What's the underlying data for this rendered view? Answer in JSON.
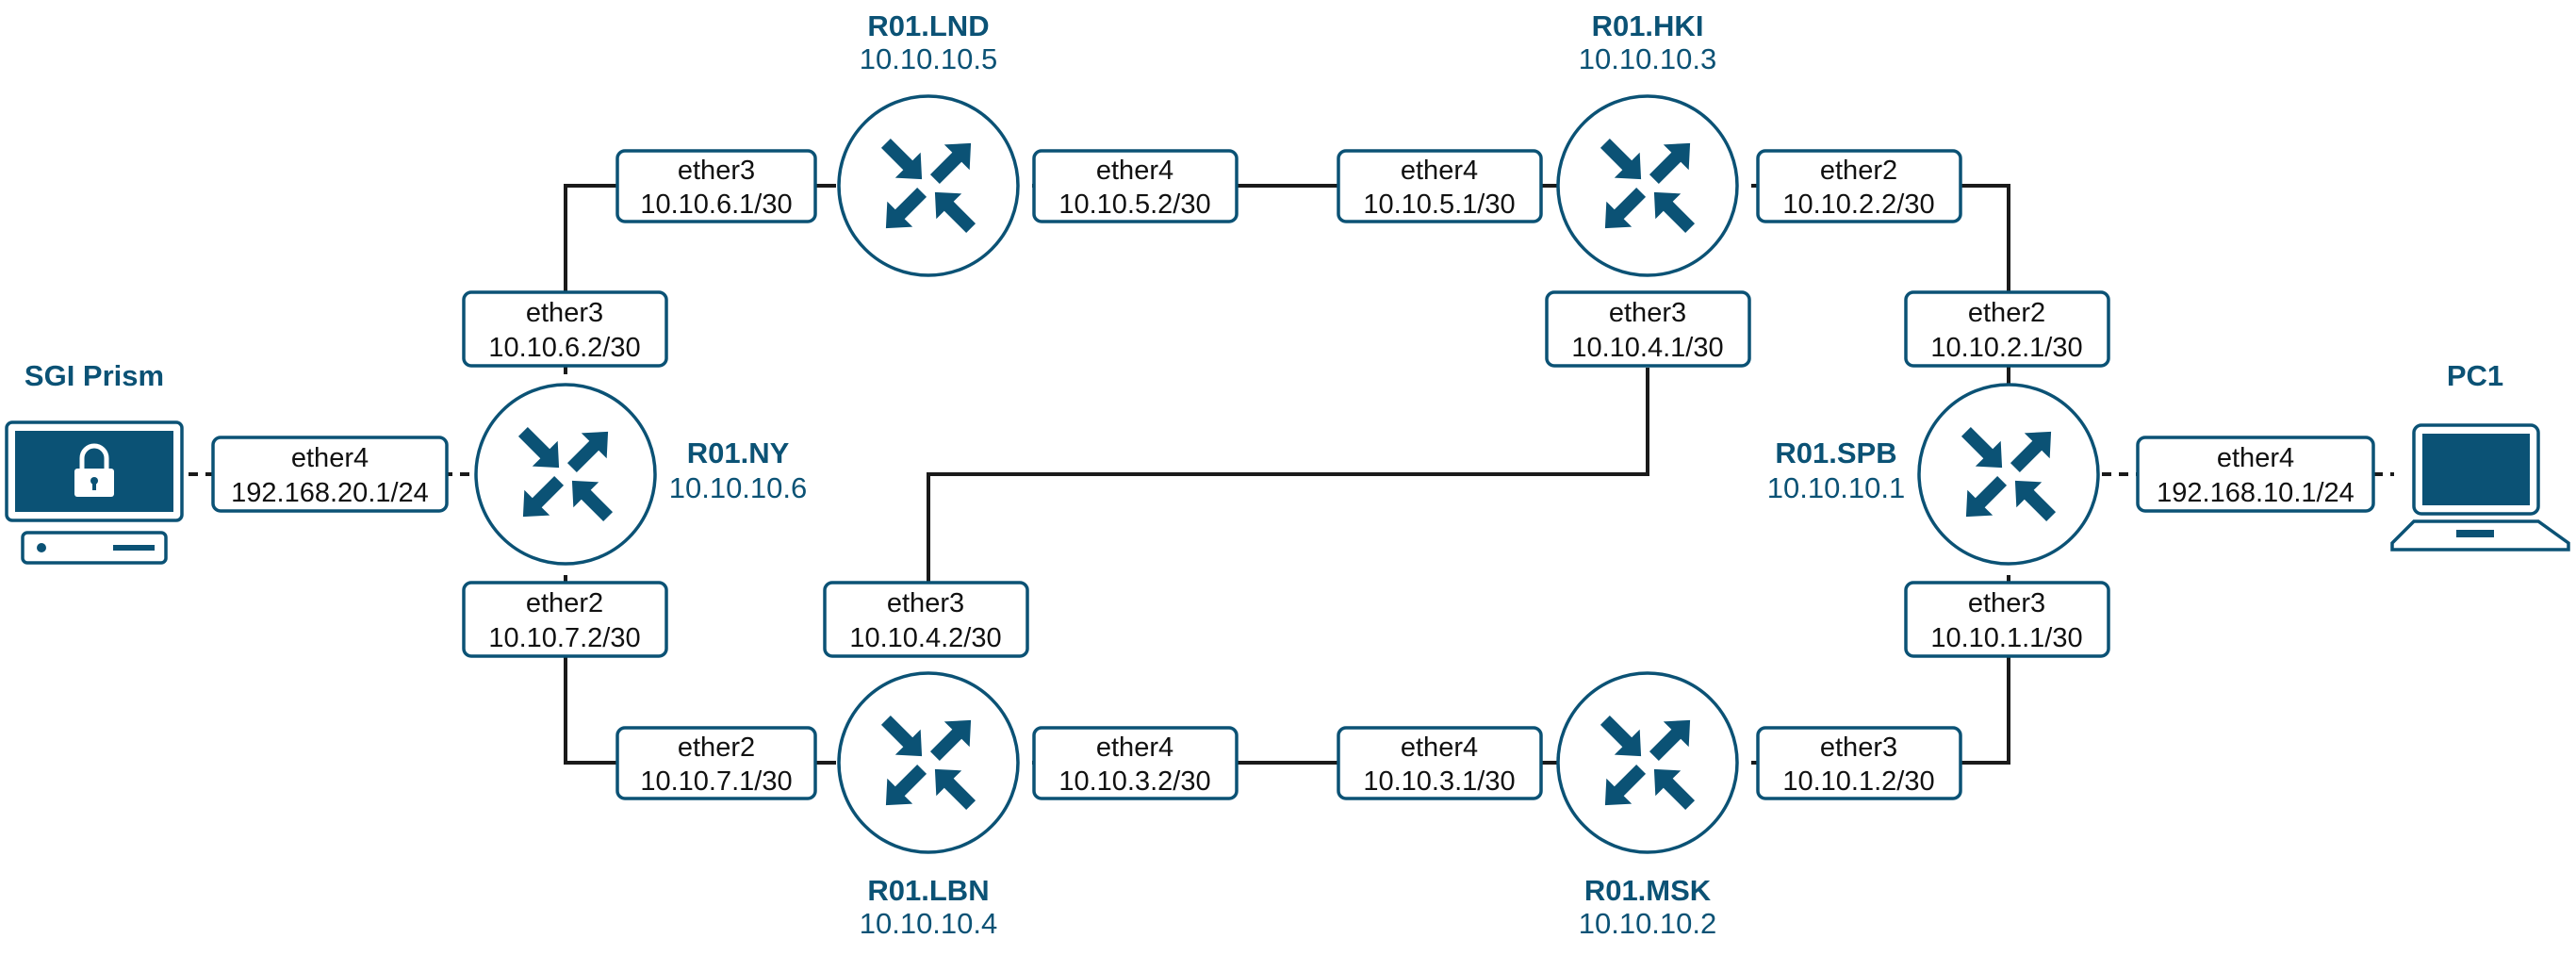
{
  "diagram": {
    "hosts": {
      "sgi": {
        "name": "SGI Prism",
        "icon": "locked-workstation-icon"
      },
      "pc1": {
        "name": "PC1",
        "icon": "laptop-icon"
      }
    },
    "routers": {
      "lnd": {
        "name": "R01.LND",
        "ip": "10.10.10.5"
      },
      "hki": {
        "name": "R01.HKI",
        "ip": "10.10.10.3"
      },
      "ny": {
        "name": "R01.NY",
        "ip": "10.10.10.6"
      },
      "spb": {
        "name": "R01.SPB",
        "ip": "10.10.10.1"
      },
      "lbn": {
        "name": "R01.LBN",
        "ip": "10.10.10.4"
      },
      "msk": {
        "name": "R01.MSK",
        "ip": "10.10.10.2"
      }
    },
    "interfaces": {
      "lnd_e3": {
        "port": "ether3",
        "addr": "10.10.6.1/30"
      },
      "lnd_e4": {
        "port": "ether4",
        "addr": "10.10.5.2/30"
      },
      "hki_e4": {
        "port": "ether4",
        "addr": "10.10.5.1/30"
      },
      "hki_e2": {
        "port": "ether2",
        "addr": "10.10.2.2/30"
      },
      "hki_e3": {
        "port": "ether3",
        "addr": "10.10.4.1/30"
      },
      "ny_e3": {
        "port": "ether3",
        "addr": "10.10.6.2/30"
      },
      "ny_e4": {
        "port": "ether4",
        "addr": "192.168.20.1/24"
      },
      "ny_e2": {
        "port": "ether2",
        "addr": "10.10.7.2/30"
      },
      "spb_e2": {
        "port": "ether2",
        "addr": "10.10.2.1/30"
      },
      "spb_e4": {
        "port": "ether4",
        "addr": "192.168.10.1/24"
      },
      "spb_e3": {
        "port": "ether3",
        "addr": "10.10.1.1/30"
      },
      "lbn_e3": {
        "port": "ether3",
        "addr": "10.10.4.2/30"
      },
      "lbn_e2": {
        "port": "ether2",
        "addr": "10.10.7.1/30"
      },
      "lbn_e4": {
        "port": "ether4",
        "addr": "10.10.3.2/30"
      },
      "msk_e4": {
        "port": "ether4",
        "addr": "10.10.3.1/30"
      },
      "msk_e3": {
        "port": "ether3",
        "addr": "10.10.1.2/30"
      }
    },
    "colors": {
      "accent": "#0b5275",
      "link": "#1a1a1a",
      "background": "#ffffff"
    }
  }
}
